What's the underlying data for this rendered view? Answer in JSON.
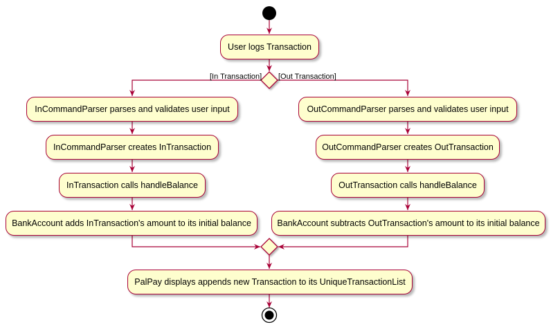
{
  "diagram": {
    "colors": {
      "activity_fill": "#FEFECE",
      "border": "#A80036",
      "start_node": "#000000"
    },
    "start": "User logs Transaction",
    "branch": {
      "in_guard": "[In Transaction]",
      "out_guard": "[Out Transaction]"
    },
    "in_steps": [
      "InCommandParser parses and validates user input",
      "InCommandParser creates InTransaction",
      "InTransaction calls handleBalance",
      "BankAccount adds InTransaction's amount to its initial balance"
    ],
    "out_steps": [
      "OutCommandParser parses and validates user input",
      "OutCommandParser creates OutTransaction",
      "OutTransaction calls handleBalance",
      "BankAccount subtracts OutTransaction's amount to its initial balance"
    ],
    "final": "PalPay displays appends new Transaction to its UniqueTransactionList"
  }
}
